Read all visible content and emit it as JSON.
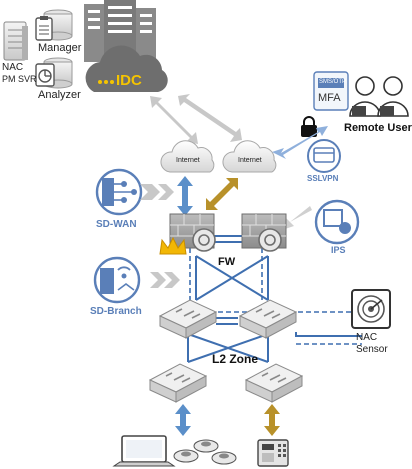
{
  "labels": {
    "nac": "NAC",
    "pm_svr": "PM SVR",
    "manager": "Manager",
    "analyzer": "Analyzer",
    "idc": "IDC",
    "internet_left": "Internet",
    "internet_right": "Internet",
    "mfa": "MFA",
    "mfa_device": "SMS/OTP",
    "remote_user": "Remote User",
    "sslvpn": "SSLVPN",
    "sd_wan": "SD-WAN",
    "fw": "FW",
    "ips": "IPS",
    "sd_branch": "SD-Branch",
    "l2_zone": "L2 Zone",
    "nac_sensor_line1": "NAC",
    "nac_sensor_line2": "Sensor"
  },
  "colors": {
    "blue_label": "#5a7fb8",
    "arrow_blue": "#5b8fc9",
    "arrow_gold": "#b8912a",
    "link_blue": "#3f6fb0",
    "grey_arrow": "#c8c8c8",
    "device_grey": "#d9d9d9",
    "crown": "#f2b705",
    "idc_dark": "#7f7f7f",
    "idc_text": "#f5c400"
  },
  "icons": {
    "server": "server-rack-icon",
    "manager": "clipboard-icon",
    "analyzer": "pie-chart-icon",
    "idc": "datacenter-cloud-icon",
    "internet": "cloud-icon",
    "mfa": "mfa-device-icon",
    "lock": "lock-icon",
    "remote_user": "user-icon",
    "sslvpn": "sslvpn-icon",
    "sd_wan": "sd-wan-icon",
    "ips": "ips-icon",
    "sd_branch": "sd-branch-icon",
    "firewall": "firewall-icon",
    "master": "crown-icon",
    "switch": "switch-icon",
    "sensor": "radar-sensor-icon",
    "laptop": "laptop-icon",
    "ap": "access-point-icon",
    "phone": "ip-phone-icon"
  }
}
